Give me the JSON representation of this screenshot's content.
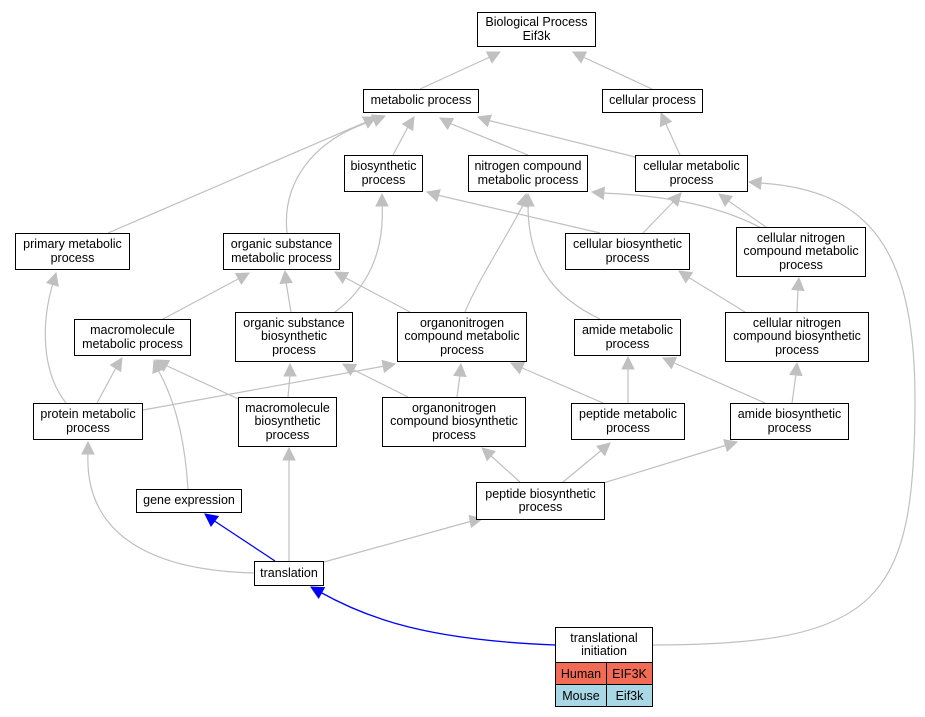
{
  "colors": {
    "edge_default": "#c0c0c0",
    "edge_highlight": "#0000ff",
    "human_row": "#f26b55",
    "mouse_row": "#a8d8e6"
  },
  "nodes": {
    "bp_root": "Biological Process\nEif3k",
    "metabolic": "metabolic process",
    "cellular": "cellular process",
    "biosynthetic": "biosynthetic\nprocess",
    "nitrogen_compound": "nitrogen compound\nmetabolic process",
    "cellular_metabolic": "cellular metabolic\nprocess",
    "primary_metabolic": "primary metabolic\nprocess",
    "organic_substance_metabolic": "organic substance\nmetabolic process",
    "cellular_biosynthetic": "cellular biosynthetic\nprocess",
    "cellular_nitrogen_metabolic": "cellular nitrogen\ncompound metabolic\nprocess",
    "macromolecule_metabolic": "macromolecule\nmetabolic process",
    "organic_substance_biosynthetic": "organic substance\nbiosynthetic\nprocess",
    "organonitrogen_metabolic": "organonitrogen\ncompound metabolic\nprocess",
    "amide_metabolic": "amide metabolic\nprocess",
    "cellular_nitrogen_biosynthetic": "cellular nitrogen\ncompound biosynthetic\nprocess",
    "protein_metabolic": "protein metabolic\nprocess",
    "macromolecule_biosynthetic": "macromolecule\nbiosynthetic\nprocess",
    "organonitrogen_biosynthetic": "organonitrogen\ncompound biosynthetic\nprocess",
    "peptide_metabolic": "peptide metabolic\nprocess",
    "amide_biosynthetic": "amide biosynthetic\nprocess",
    "gene_expression": "gene expression",
    "peptide_biosynthetic": "peptide biosynthetic\nprocess",
    "translation": "translation",
    "translational_initiation": "translational\ninitiation"
  },
  "table": {
    "human": {
      "species": "Human",
      "gene": "EIF3K"
    },
    "mouse": {
      "species": "Mouse",
      "gene": "Eif3k"
    }
  }
}
